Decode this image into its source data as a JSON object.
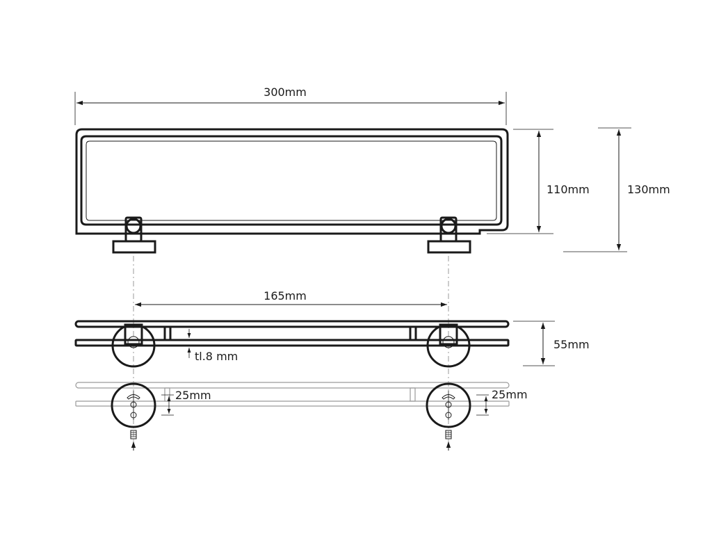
{
  "dimensions": {
    "overall_width": "300mm",
    "inner_depth": "110mm",
    "overall_depth": "130mm",
    "bracket_spacing": "165mm",
    "height": "55mm",
    "glass_thickness": "tl.8 mm",
    "mount_left": "25mm",
    "mount_right": "25mm"
  },
  "colors": {
    "line": "#1a1a1a",
    "ghost": "#9a9a9a",
    "background": "#ffffff"
  }
}
